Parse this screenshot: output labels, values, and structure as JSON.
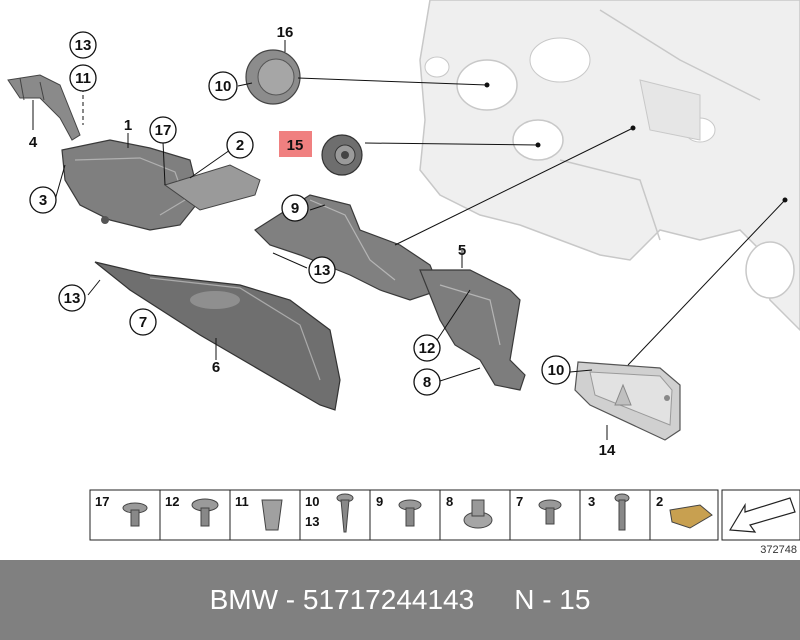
{
  "callouts": {
    "c13a": "13",
    "c11": "11",
    "c4": "4",
    "c1": "1",
    "c17": "17",
    "c3": "3",
    "c2": "2",
    "c16": "16",
    "c10a": "10",
    "c15": "15",
    "c9": "9",
    "c13b": "13",
    "c13c": "13",
    "c7": "7",
    "c6": "6",
    "c5": "5",
    "c12": "12",
    "c8": "8",
    "c10b": "10",
    "c14": "14"
  },
  "legend": {
    "items": [
      {
        "label": "17"
      },
      {
        "label": "12"
      },
      {
        "label": "11"
      },
      {
        "label": "10",
        "label2": "13"
      },
      {
        "label": "9"
      },
      {
        "label": "8"
      },
      {
        "label": "7"
      },
      {
        "label": "3"
      },
      {
        "label": "2"
      }
    ]
  },
  "diagram_number": "372748",
  "footer": {
    "brand": "BMW",
    "separator": "-",
    "part_number": "51717244143",
    "position": "N - 15"
  },
  "colors": {
    "footer_bg": "#808080",
    "highlight": "#f08080",
    "part_dark": "#7a7a7a",
    "part_light": "#d0d0d0",
    "panel_light": "#efefef"
  }
}
